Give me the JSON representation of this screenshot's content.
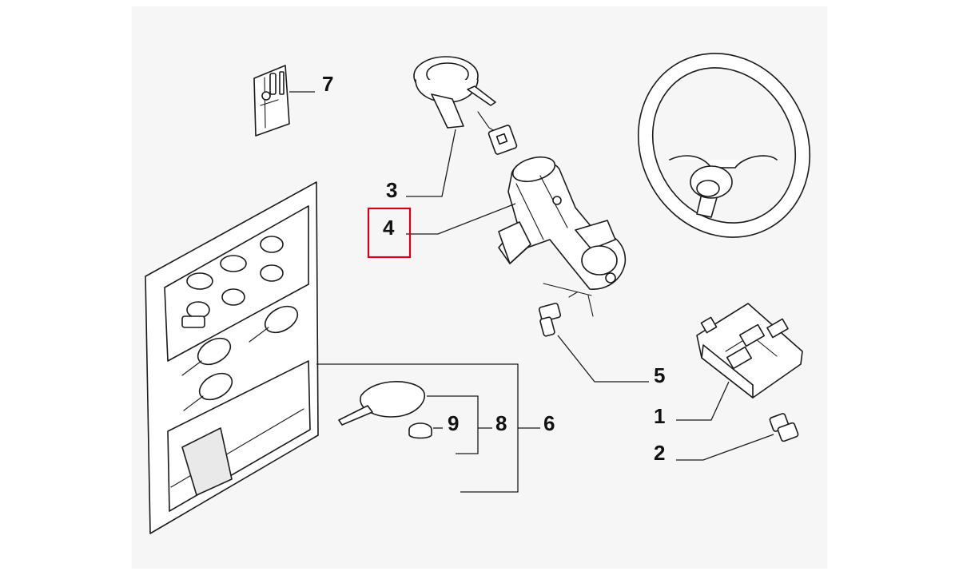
{
  "diagram": {
    "callouts": [
      {
        "id": "1",
        "label": "1"
      },
      {
        "id": "2",
        "label": "2"
      },
      {
        "id": "3",
        "label": "3"
      },
      {
        "id": "4",
        "label": "4",
        "highlighted": true
      },
      {
        "id": "5",
        "label": "5"
      },
      {
        "id": "6",
        "label": "6"
      },
      {
        "id": "7",
        "label": "7"
      },
      {
        "id": "8",
        "label": "8"
      },
      {
        "id": "9",
        "label": "9"
      }
    ],
    "colors": {
      "background": "#f6f6f6",
      "line": "#1a1a1a",
      "highlight": "#d0021b"
    }
  }
}
